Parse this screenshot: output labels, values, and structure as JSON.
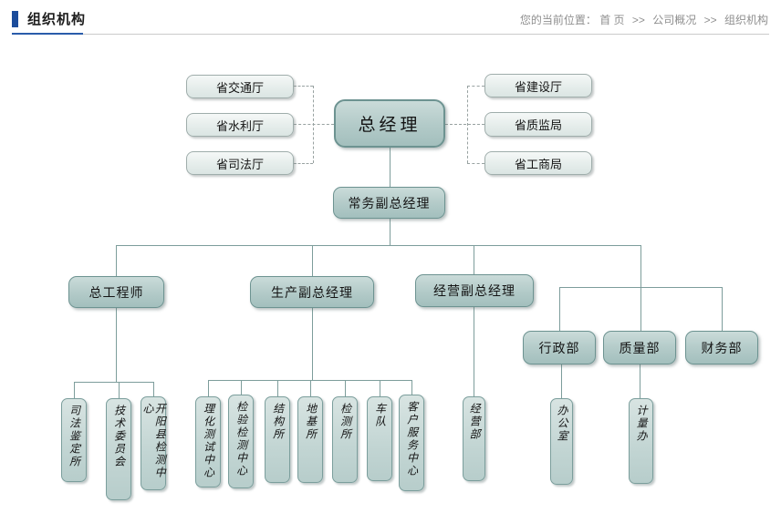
{
  "header": {
    "title": "组织机构",
    "breadcrumb_label": "您的当前位置：",
    "breadcrumb_items": [
      "首 页",
      "公司概况",
      "组织机构"
    ],
    "breadcrumb_separator": ">>"
  },
  "colors": {
    "accent_blue": "#1b4c9b",
    "divider_blue": "#2a5caa",
    "divider_gray": "#cbcbcb",
    "breadcrumb_text": "#8f8f8f",
    "node_teal_fill": "#b2cac8",
    "node_teal_border": "#6d9391",
    "node_light_fill": "#e4ecea",
    "leaf_fill": "#c2d5d3",
    "connector": "#7d9d9b",
    "dashed_connector": "#98a2a1"
  },
  "org_chart": {
    "general_manager": "总经理",
    "deputy_general_manager": "常务副总经理",
    "external_left": [
      "省交通厅",
      "省水利厅",
      "省司法厅"
    ],
    "external_right": [
      "省建设厅",
      "省质监局",
      "省工商局"
    ],
    "chief_engineer": "总工程师",
    "production_deputy": "生产副总经理",
    "operations_deputy": "经营副总经理",
    "admin_dept": "行政部",
    "quality_dept": "质量部",
    "finance_dept": "财务部",
    "chief_engineer_units": [
      "司法鉴定所",
      "技术委员会",
      "开阳县检测中心"
    ],
    "production_units": [
      "理化测试中心",
      "检验检测中心",
      "结构所",
      "地基所",
      "检测所",
      "车队",
      "客户服务中心"
    ],
    "operations_units": [
      "经营部"
    ],
    "admin_units": [
      "办公室"
    ],
    "quality_units": [
      "计量办"
    ]
  }
}
